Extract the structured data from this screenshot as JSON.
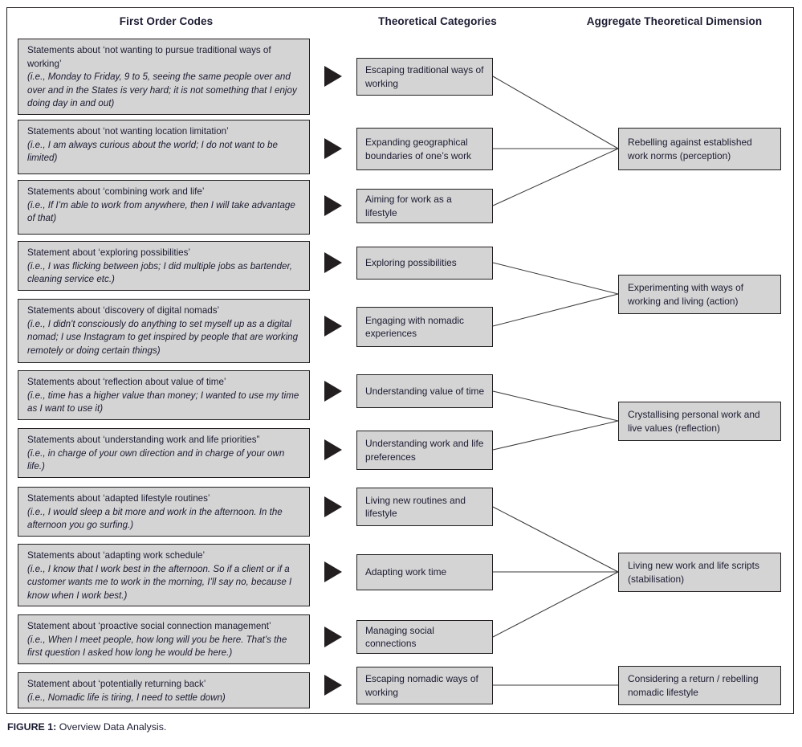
{
  "figure": {
    "caption_label": "FIGURE 1:",
    "caption_text": "Overview Data Analysis."
  },
  "headers": {
    "first_order_codes": "First Order Codes",
    "theoretical_categories": "Theoretical Categories",
    "aggregate_theoretical_dimension": "Aggregate Theoretical Dimension"
  },
  "colors": {
    "box_fill": "#d4d4d4",
    "box_border": "#231f20",
    "arrow": "#231f20",
    "text": "#1b1b32",
    "page_background": "#ffffff"
  },
  "first_order_codes": [
    {
      "id": "code-1",
      "statement": "Statements about ‘not wanting to pursue traditional ways of working’",
      "quote": "(i.e., Monday to Friday, 9 to 5, seeing the same people over and over and in the States is very hard; it is not something that I enjoy doing day in and out)"
    },
    {
      "id": "code-2",
      "statement": "Statements about ‘not wanting location limitation’",
      "quote": "(i.e., I am always curious about the world; I do not want to be limited)"
    },
    {
      "id": "code-3",
      "statement": "Statements about ‘combining work and life’",
      "quote": "(i.e., If I’m able to work from anywhere, then I will take advantage of that)"
    },
    {
      "id": "code-4",
      "statement": "Statement about ‘exploring possibilities’",
      "quote": "(i.e., I was flicking between jobs; I did multiple jobs as bartender, cleaning service etc.)"
    },
    {
      "id": "code-5",
      "statement": "Statements about ‘discovery of digital nomads’",
      "quote": "(i.e., I didn't consciously do anything to set myself up as a digital nomad; I use Instagram to get inspired by people that are working remotely or doing certain things)"
    },
    {
      "id": "code-6",
      "statement": "Statements about ‘reflection about value of time’",
      "quote": "(i.e., time has a higher value than money; I wanted to use my time as I want to use it)"
    },
    {
      "id": "code-7",
      "statement": "Statements about ‘understanding work and life priorities”",
      "quote": "(i.e., in charge of your own direction and in charge of your own life.)"
    },
    {
      "id": "code-8",
      "statement": "Statements about ‘adapted lifestyle routines’",
      "quote": "(i.e., I would sleep a bit more and work in the afternoon. In the afternoon you go surfing.)"
    },
    {
      "id": "code-9",
      "statement": "Statements about ‘adapting work schedule’",
      "quote": "(i.e., I know that I work best in the afternoon. So if a client or if a customer wants me to work in the morning, I’ll say no, because I know when I work best.)"
    },
    {
      "id": "code-10",
      "statement": "Statement about ‘proactive social connection management’",
      "quote": "(i.e., When I meet people, how long will you be here. That’s the first question I asked how long he would be here.)"
    },
    {
      "id": "code-11",
      "statement": "Statement about ‘potentially returning back’",
      "quote": "(i.e., Nomadic life is tiring, I need to settle down)"
    }
  ],
  "theoretical_categories": [
    {
      "id": "cat-1",
      "label": "Escaping traditional ways of working"
    },
    {
      "id": "cat-2",
      "label": "Expanding geographical boundaries of one’s work"
    },
    {
      "id": "cat-3",
      "label": "Aiming for work as a lifestyle"
    },
    {
      "id": "cat-4",
      "label": "Exploring possibilities"
    },
    {
      "id": "cat-5",
      "label": "Engaging with nomadic experiences"
    },
    {
      "id": "cat-6",
      "label": "Understanding value of time"
    },
    {
      "id": "cat-7",
      "label": "Understanding work and life preferences"
    },
    {
      "id": "cat-8",
      "label": "Living new routines and lifestyle"
    },
    {
      "id": "cat-9",
      "label": "Adapting work time"
    },
    {
      "id": "cat-10",
      "label": "Managing social connections"
    },
    {
      "id": "cat-11",
      "label": "Escaping nomadic ways of working"
    }
  ],
  "aggregate_dimensions": [
    {
      "id": "agg-1",
      "label": "Rebelling against established work norms (perception)"
    },
    {
      "id": "agg-2",
      "label": "Experimenting with ways of working and living (action)"
    },
    {
      "id": "agg-3",
      "label": "Crystallising personal work and live values (reflection)"
    },
    {
      "id": "agg-4",
      "label": "Living new work and life scripts (stabilisation)"
    },
    {
      "id": "agg-5",
      "label": "Considering a return / rebelling nomadic lifestyle"
    }
  ],
  "arrow_icons": [
    "triangle-right-arrow-icon",
    "triangle-right-arrow-icon",
    "triangle-right-arrow-icon",
    "triangle-right-arrow-icon",
    "triangle-right-arrow-icon",
    "triangle-right-arrow-icon",
    "triangle-right-arrow-icon",
    "triangle-right-arrow-icon",
    "triangle-right-arrow-icon",
    "triangle-right-arrow-icon",
    "triangle-right-arrow-icon"
  ]
}
